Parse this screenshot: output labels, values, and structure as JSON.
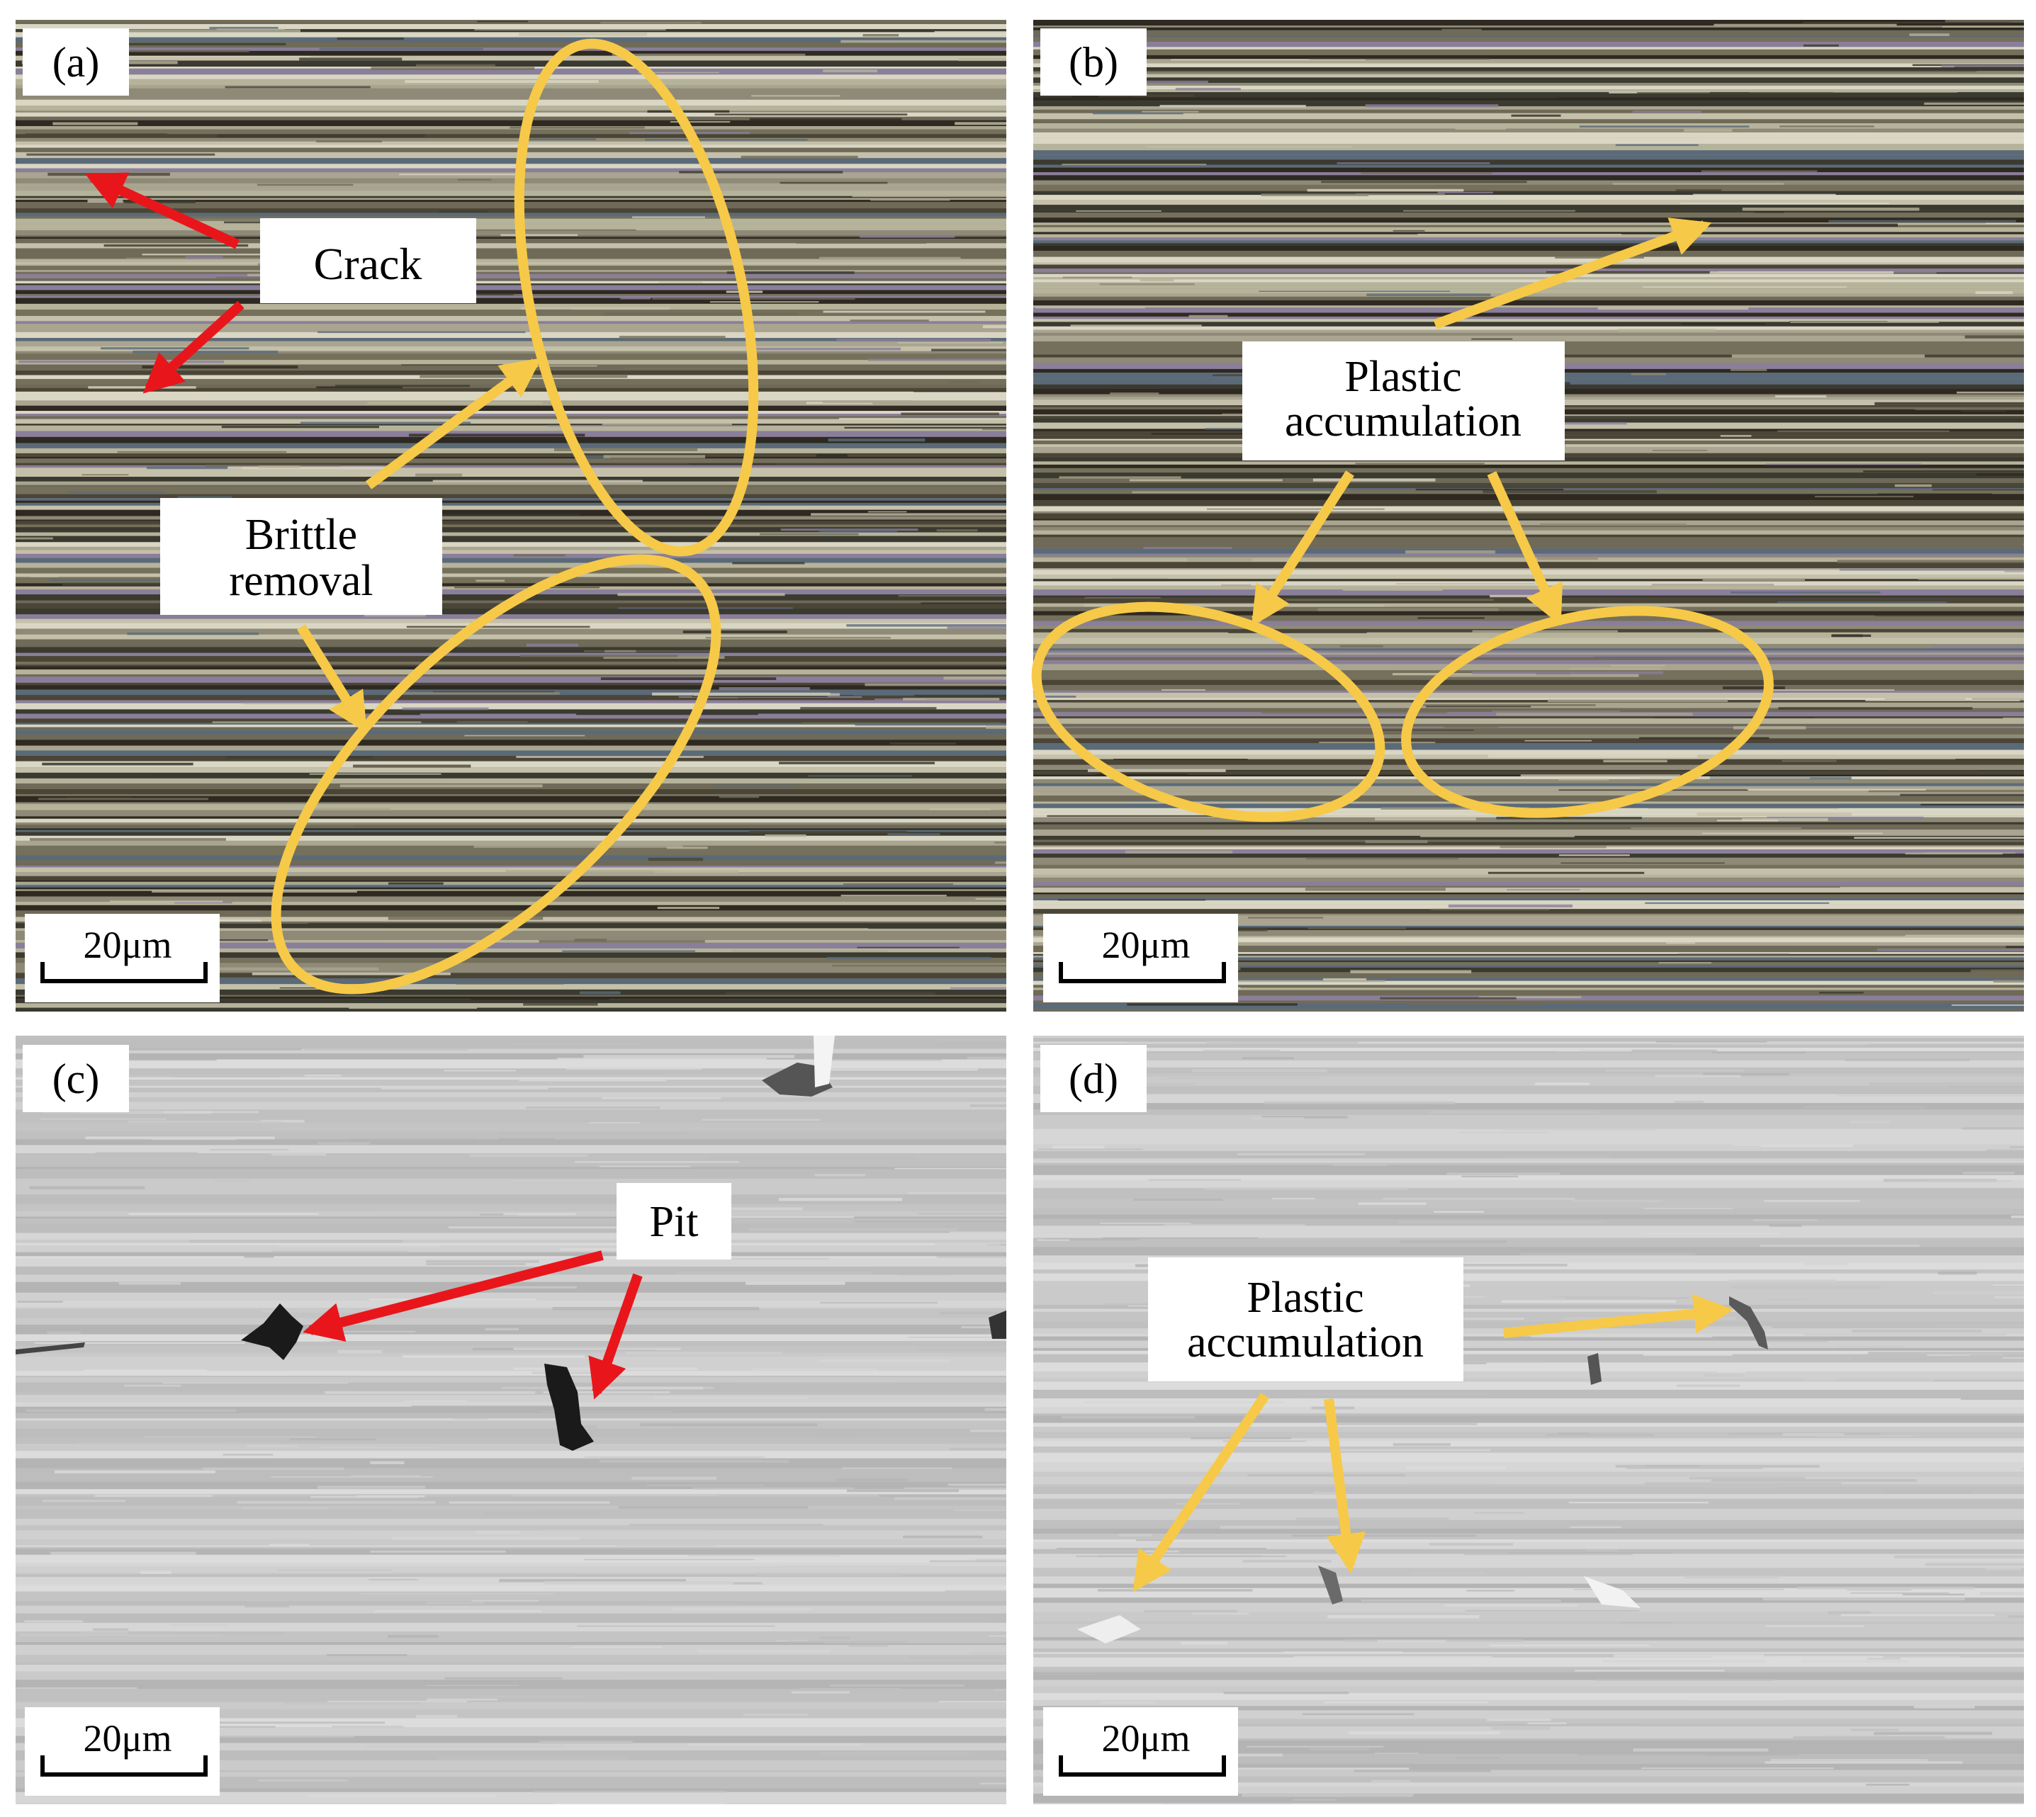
{
  "colors": {
    "optical_base": "#8c8878",
    "sem_base": "#c9c9c9",
    "annotation_yellow": "#f7c948",
    "annotation_red": "#e8161b",
    "label_bg": "#ffffff",
    "label_text": "#000000"
  },
  "panels": [
    {
      "id": "a",
      "tag": "(a)",
      "kind": "optical",
      "scalebar": "20μm",
      "labels": [
        {
          "key": "crack",
          "lines": [
            "Crack"
          ]
        },
        {
          "key": "brittle",
          "lines": [
            "Brittle",
            "removal"
          ]
        }
      ]
    },
    {
      "id": "b",
      "tag": "(b)",
      "kind": "optical",
      "scalebar": "20μm",
      "labels": [
        {
          "key": "plastic",
          "lines": [
            "Plastic",
            "accumulation"
          ]
        }
      ]
    },
    {
      "id": "c",
      "tag": "(c)",
      "kind": "sem",
      "scalebar": "20μm",
      "labels": [
        {
          "key": "pit",
          "lines": [
            "Pit"
          ]
        }
      ]
    },
    {
      "id": "d",
      "tag": "(d)",
      "kind": "sem",
      "scalebar": "20μm",
      "labels": [
        {
          "key": "plastic",
          "lines": [
            "Plastic",
            "accumulation"
          ]
        }
      ]
    }
  ]
}
